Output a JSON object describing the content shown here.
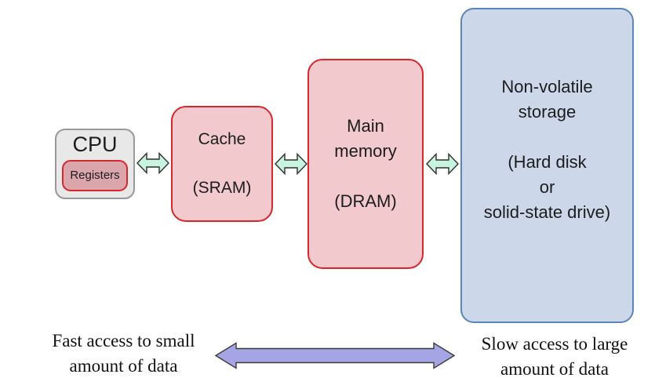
{
  "boxes": {
    "cpu": {
      "title": "CPU",
      "registers": "Registers"
    },
    "cache": {
      "title": "Cache",
      "subtitle": "(SRAM)"
    },
    "main_memory": {
      "title": "Main\nmemory",
      "subtitle": "(DRAM)"
    },
    "storage": {
      "title": "Non-volatile\nstorage",
      "subtitle": "(Hard disk\nor\nsolid-state drive)"
    }
  },
  "labels": {
    "fast": "Fast access to small\namount of data",
    "slow": "Slow access to large\namount of data"
  },
  "colors": {
    "red_box_fill": "#f2c9cc",
    "red_box_border": "#d8262d",
    "registers_fill": "#dba6ab",
    "cpu_fill": "#e8e8e8",
    "cpu_border": "#97999b",
    "storage_fill": "#ccd8e9",
    "storage_border": "#5b84b8",
    "arrow_mint_fill": "#c7f3e0",
    "arrow_mint_stroke": "#2f2f2f",
    "arrow_lavender_fill": "#a5a4e4",
    "arrow_lavender_stroke": "#3c3c3c",
    "text": "#1c1c1c"
  }
}
